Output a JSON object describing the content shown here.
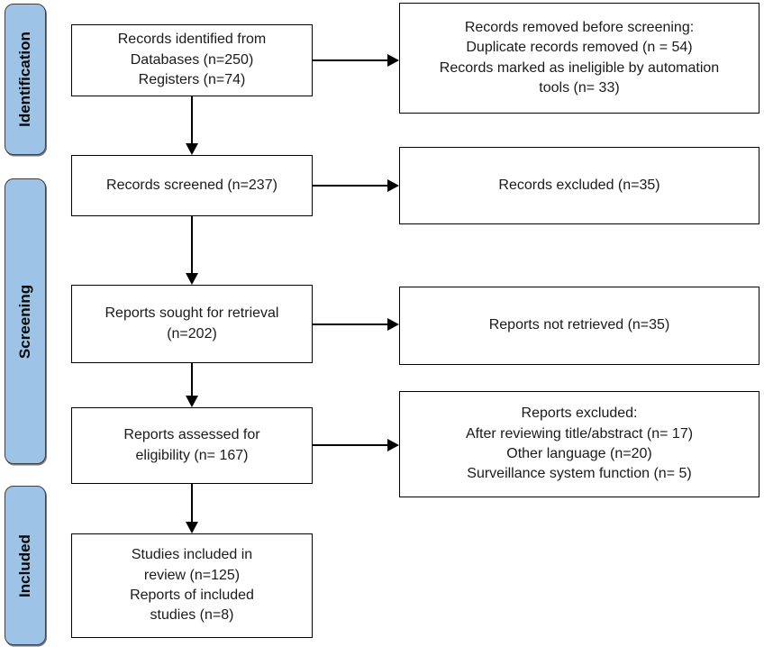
{
  "colors": {
    "stage_fill": "#9DC3E6",
    "stage_border": "#3F3F3F",
    "box_fill": "#FFFFFF",
    "box_border": "#000000",
    "arrow": "#000000",
    "text": "#1A1A1A"
  },
  "sidebar": {
    "stages": [
      {
        "label": "Identification"
      },
      {
        "label": "Screening"
      },
      {
        "label": "Included"
      }
    ]
  },
  "flow": {
    "left_boxes": [
      {
        "lines": [
          "Records identified from",
          "Databases (n=250)",
          "Registers (n=74)"
        ]
      },
      {
        "lines": [
          "Records screened (n=237)"
        ]
      },
      {
        "lines": [
          "Reports sought for retrieval",
          "(n=202)"
        ]
      },
      {
        "lines": [
          "Reports assessed for",
          "eligibility (n= 167)"
        ]
      },
      {
        "lines": [
          "Studies included in",
          "review (n=125)",
          "Reports of included",
          "studies (n=8)"
        ]
      }
    ],
    "right_boxes": [
      {
        "lines": [
          "Records removed before screening:",
          "Duplicate records removed (n = 54)",
          "Records marked as ineligible by automation",
          "tools (n= 33)"
        ]
      },
      {
        "lines": [
          "Records excluded (n=35)"
        ]
      },
      {
        "lines": [
          "Reports not retrieved (n=35)"
        ]
      },
      {
        "lines": [
          "Reports excluded:",
          "After reviewing title/abstract (n= 17)",
          "Other language (n=20)",
          "Surveillance system function (n= 5)"
        ]
      }
    ]
  }
}
